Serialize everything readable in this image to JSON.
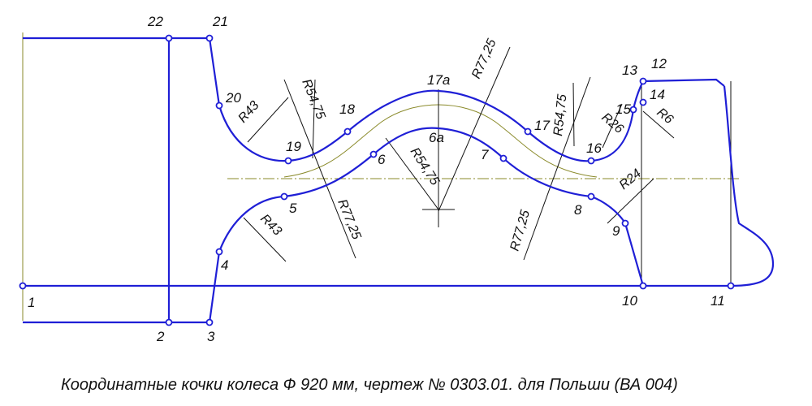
{
  "title": "Координатные кочки колеса Ф 920 мм, чертеж № 0303.01. для Польши (ВА 004)",
  "point_labels": {
    "p1": "1",
    "p2": "2",
    "p3": "3",
    "p4": "4",
    "p5": "5",
    "p6": "6",
    "p6a": "6а",
    "p7": "7",
    "p8": "8",
    "p9": "9",
    "p10": "10",
    "p11": "11",
    "p12": "12",
    "p13": "13",
    "p14": "14",
    "p15": "15",
    "p16": "16",
    "p17": "17",
    "p17a": "17а",
    "p18": "18",
    "p19": "19",
    "p20": "20",
    "p21": "21",
    "p22": "22"
  },
  "radius_labels": {
    "r43_top": "R43",
    "r54_top_left": "R54,75",
    "r77_top": "R77,25",
    "r54_top_right": "R54,75",
    "r26": "R26",
    "r6": "R6",
    "r24": "R24",
    "r43_bottom": "R43",
    "r77_bottom_left": "R77,25",
    "r54_center": "R54,75",
    "r77_bottom_right": "R77,25"
  },
  "colors": {
    "profile": "#1f1fd6",
    "centerline": "#8a8a2a",
    "construction": "#111111"
  }
}
